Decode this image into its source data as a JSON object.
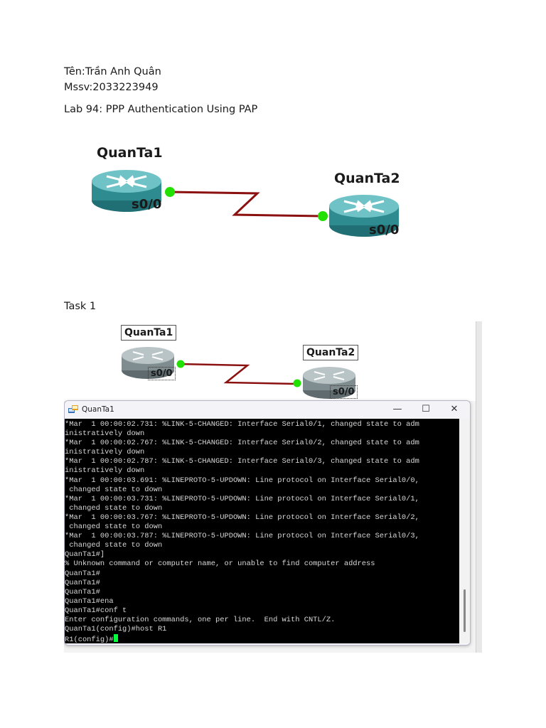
{
  "header": {
    "name_line": "Tên:Trần Anh Quân",
    "mssv_line": "Mssv:2033223949",
    "lab_title": "Lab 94: PPP Authentication Using PAP"
  },
  "topology": {
    "router1": {
      "name": "QuanTa1",
      "port": "s0/0"
    },
    "router2": {
      "name": "QuanTa2",
      "port": "s0/0"
    },
    "link_color": "#8b1010",
    "port_dot_color": "#22e000"
  },
  "task": {
    "label": "Task 1",
    "canvas": {
      "router1": {
        "name": "QuanTa1",
        "port": "s0/0"
      },
      "router2": {
        "name": "QuanTa2",
        "port": "s0/0"
      }
    },
    "terminal": {
      "title": "QuanTa1",
      "controls": {
        "minimize": "—",
        "maximize": "☐",
        "close": "✕"
      },
      "lines": [
        "*Mar  1 00:00:02.731: %LINK-5-CHANGED: Interface Serial0/1, changed state to adm",
        "inistratively down",
        "*Mar  1 00:00:02.767: %LINK-5-CHANGED: Interface Serial0/2, changed state to adm",
        "inistratively down",
        "*Mar  1 00:00:02.787: %LINK-5-CHANGED: Interface Serial0/3, changed state to adm",
        "inistratively down",
        "*Mar  1 00:00:03.691: %LINEPROTO-5-UPDOWN: Line protocol on Interface Serial0/0,",
        " changed state to down",
        "*Mar  1 00:00:03.731: %LINEPROTO-5-UPDOWN: Line protocol on Interface Serial0/1,",
        " changed state to down",
        "*Mar  1 00:00:03.767: %LINEPROTO-5-UPDOWN: Line protocol on Interface Serial0/2,",
        " changed state to down",
        "*Mar  1 00:00:03.787: %LINEPROTO-5-UPDOWN: Line protocol on Interface Serial0/3,",
        " changed state to down",
        "QuanTa1#]",
        "% Unknown command or computer name, or unable to find computer address",
        "QuanTa1#",
        "QuanTa1#",
        "QuanTa1#",
        "QuanTa1#ena",
        "QuanTa1#conf t",
        "Enter configuration commands, one per line.  End with CNTL/Z.",
        "QuanTa1(config)#host R1"
      ],
      "prompt": "R1(config)#",
      "cursor_color": "#00ff3c"
    }
  }
}
